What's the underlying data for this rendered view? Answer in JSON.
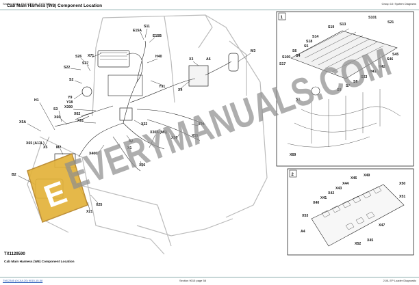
{
  "header": {
    "left": "Section 9015 - ELECTRICAL SYSTEM",
    "right": "Group 10: System Diagrams"
  },
  "title": "Cab Main Harness (W8) Component Location",
  "main_labels": [
    "E15A",
    "S11",
    "E15B",
    "S26",
    "X71",
    "H40",
    "S27",
    "M3",
    "S22",
    "X3",
    "A6",
    "S2",
    "Y91",
    "X4",
    "H1",
    "Y9",
    "Y18",
    "S3",
    "X300",
    "X62",
    "X60",
    "X61",
    "X5A",
    "X22",
    "X54",
    "X5",
    "X65 (A13L)",
    "X30A (M5)",
    "X56",
    "X55",
    "M2",
    "X400",
    "X2",
    "X1",
    "B2",
    "X26",
    "X25",
    "X21"
  ],
  "panel1": {
    "number": "1",
    "labels": [
      "S101",
      "S21",
      "S19",
      "S13",
      "S14",
      "S18",
      "S5",
      "S100",
      "S6",
      "S4",
      "S17",
      "S45",
      "S46",
      "H42",
      "H41",
      "S23",
      "S7",
      "S8",
      "S9",
      "S1",
      "X69"
    ]
  },
  "panel2": {
    "number": "2",
    "labels": [
      "X49",
      "X46",
      "X44",
      "X43",
      "X42",
      "X41",
      "X40",
      "X50",
      "X51",
      "X53",
      "X47",
      "X45",
      "X52",
      "A4"
    ]
  },
  "caption": {
    "id": "TX1129590",
    "text": "Cab Main Harness (W8) Component Location"
  },
  "footer": {
    "left": "TM12345 (01JUL20) 9015-15-58",
    "center": "Section 9015 page 58",
    "right": "210L EP Loader Diagnostic"
  },
  "watermark": {
    "text": "EVERYMANUALS.COM",
    "logo_letter": "E",
    "colors": {
      "text": "#8f8f8f",
      "logo": "#e3b33a",
      "logo_dark": "#b8862a"
    }
  }
}
